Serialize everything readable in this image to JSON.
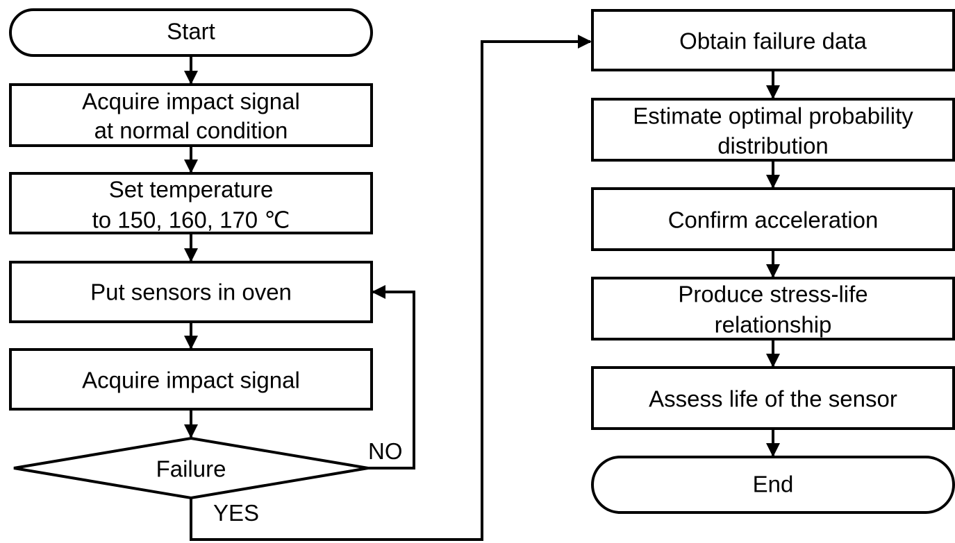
{
  "nodes": {
    "start": "Start",
    "acquire_normal": [
      "Acquire impact signal",
      "at normal condition"
    ],
    "set_temperature": [
      "Set temperature",
      "to 150, 160, 170 ℃"
    ],
    "put_sensors": "Put sensors in oven",
    "acquire_signal": "Acquire impact signal",
    "failure": "Failure",
    "obtain_failure": "Obtain failure data",
    "estimate_distribution": [
      "Estimate optimal probability",
      "distribution"
    ],
    "confirm_acceleration": "Confirm acceleration",
    "stress_life": [
      "Produce stress-life",
      "relationship"
    ],
    "assess_life": "Assess life of the sensor",
    "end": "End"
  },
  "branches": {
    "no": "NO",
    "yes": "YES"
  },
  "colors": {
    "stroke": "#000000",
    "fill": "#ffffff",
    "text": "#000000"
  }
}
